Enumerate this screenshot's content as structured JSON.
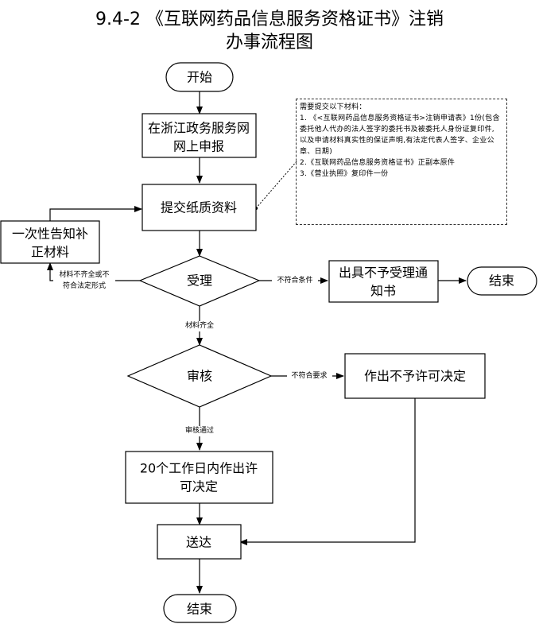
{
  "title": {
    "line1": "9.4-2 《互联网药品信息服务资格证书》注销",
    "line2": "办事流程图"
  },
  "nodes": {
    "start": "开始",
    "apply_online": [
      "在浙江政务服务网",
      "网上申报"
    ],
    "submit_paper": "提交纸质资料",
    "notify_supplement": [
      "一次性告知补",
      "正材料"
    ],
    "accept": "受理",
    "reject_notice": [
      "出具不予受理通",
      "知书"
    ],
    "end_reject": "结束",
    "review": "审核",
    "deny_decision": "作出不予许可决定",
    "approve_decision": [
      "20个工作日内作出许",
      "可决定"
    ],
    "deliver": "送达",
    "end": "结束"
  },
  "edges": {
    "incomplete": [
      "材料不齐全或不",
      "符合法定形式"
    ],
    "not_eligible": "不符合条件",
    "complete": "材料齐全",
    "not_meet": "不符合要求",
    "review_pass": "审核通过"
  },
  "note": {
    "heading": "需要提交以下材料：",
    "items": [
      "1. 《<互联网药品信息服务资格证书>注销申请表》1份(包含委托他人代办的法人签字的委托书及被委托人身份证复印件, 以及申请材料真实性的保证声明,有法定代表人签字、企业公章、日期)",
      "2.《互联网药品信息服务资格证书》正副本原件",
      "3.《营业执照》复印件一份"
    ]
  }
}
